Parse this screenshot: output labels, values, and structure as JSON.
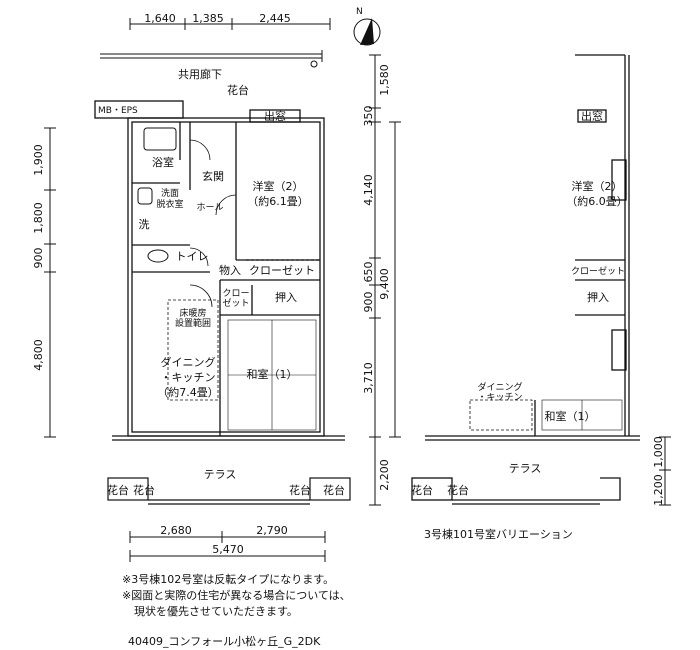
{
  "top_dims": [
    "1,640",
    "1,385",
    "2,445"
  ],
  "top_right_dim": "1,580",
  "corridor": "共用廊下",
  "flower_bed": "花台",
  "mb_eps": "MB・EPS",
  "bay_window": "出窓",
  "rooms": {
    "bath": "浴室",
    "entrance": "玄関",
    "washroom": "洗面\n脱衣室",
    "washer": "洗",
    "hall": "ホール",
    "toilet": "トイレ",
    "western": "洋室（2）\n（約6.1畳）",
    "storage": "物入",
    "closet": "クローゼット",
    "closet_small": "クロー\nゼット",
    "oshiire": "押入",
    "floor_heat": "床暖房\n設置範囲",
    "dining": "ダイニング\n・キッチン\n（約7.4畳）",
    "japanese": "和室（1）",
    "terrace": "テラス"
  },
  "left_dims": [
    "1,900",
    "1,800",
    "900",
    "4,800"
  ],
  "mid_dims": [
    "350",
    "4,140",
    "650",
    "900",
    "3,710",
    "2,200"
  ],
  "total_dim": "9,400",
  "bottom_dims": [
    "2,680",
    "2,790"
  ],
  "bottom_total": "5,470",
  "variation": {
    "western": "洋室（2）\n（約6.0畳）",
    "closet": "クローゼット",
    "oshiire": "押入",
    "dining": "ダイニング\n・キッチン",
    "japanese": "和室（1）",
    "terrace": "テラス",
    "right_dims": [
      "1,000",
      "1,200"
    ],
    "caption": "3号棟101号室バリエーション"
  },
  "notes": [
    "※3号棟102号室は反転タイプになります。",
    "※図面と実際の住宅が異なる場合については、",
    "現状を優先させていただきます。"
  ],
  "footer": "40409_コンフォール小松ヶ丘_G_2DK",
  "compass_label": "N"
}
